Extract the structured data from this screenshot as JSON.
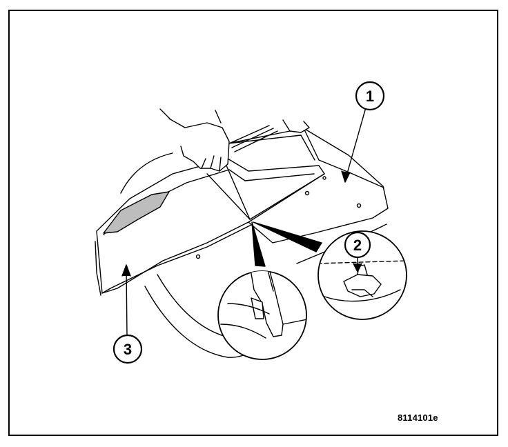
{
  "callouts": [
    {
      "label": "1"
    },
    {
      "label": "2"
    },
    {
      "label": "3"
    }
  ],
  "figure_id": "8114101e",
  "colors": {
    "line": "#000000",
    "background": "#ffffff",
    "shade": "#bdbdbd"
  }
}
